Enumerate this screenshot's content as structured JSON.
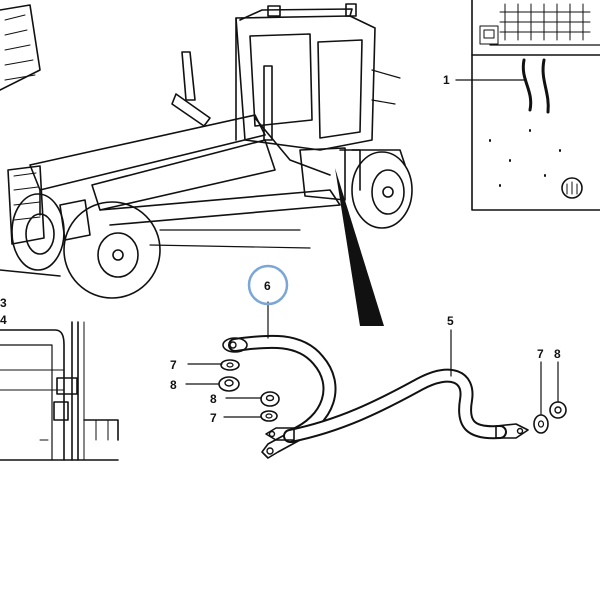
{
  "callouts": {
    "c1": "1",
    "c3": "3",
    "c4": "4",
    "c5": "5",
    "c6": "6",
    "c7a": "7",
    "c8a": "8",
    "c8b": "8",
    "c7b": "7",
    "c7c": "7",
    "c8c": "8"
  },
  "colors": {
    "ink": "#111111",
    "highlight_circle": "#7aa6d8"
  }
}
